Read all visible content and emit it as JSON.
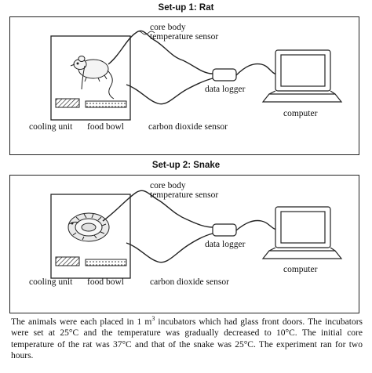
{
  "setup1": {
    "title": "Set-up 1: Rat",
    "animal": "rat-icon",
    "labels": {
      "sensor_line1": "core body",
      "sensor_line2": "temperature sensor",
      "logger": "data logger",
      "co2": "carbon dioxide sensor",
      "computer": "computer",
      "cooling": "cooling unit",
      "food": "food bowl"
    }
  },
  "setup2": {
    "title": "Set-up 2: Snake",
    "animal": "snake-icon",
    "labels": {
      "sensor_line1": "core body",
      "sensor_line2": "temperature sensor",
      "logger": "data logger",
      "co2": "carbon dioxide sensor",
      "computer": "computer",
      "cooling": "cooling unit",
      "food": "food bowl"
    }
  },
  "caption": {
    "part1": "The animals were each placed in 1 m",
    "sup": "3",
    "part2": " incubators which had glass front doors. The incubators were set at 25°C and the temperature was gradually decreased to 10°C. The initial core temperature of the rat was 37°C and that of the snake was 25°C. The experiment ran for two hours."
  }
}
